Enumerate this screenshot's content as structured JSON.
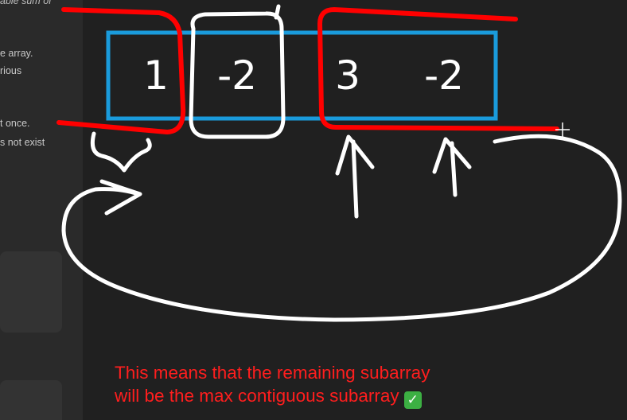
{
  "description": {
    "lines": [
      "able sum of",
      "e array.",
      "rious",
      "t once.",
      "s not exist"
    ]
  },
  "array": {
    "values": [
      "1",
      "-2",
      "3",
      "-2"
    ]
  },
  "caption": {
    "line1": "This means that the remaining subarray",
    "line2": "will be the max contiguous subarray",
    "check_icon": "✓"
  },
  "colors": {
    "box_blue": "#1a9bdc",
    "highlight_red": "#ff0000",
    "ink_white": "#ffffff",
    "caption_red": "#ff1e1e",
    "check_green": "#3cb043"
  }
}
